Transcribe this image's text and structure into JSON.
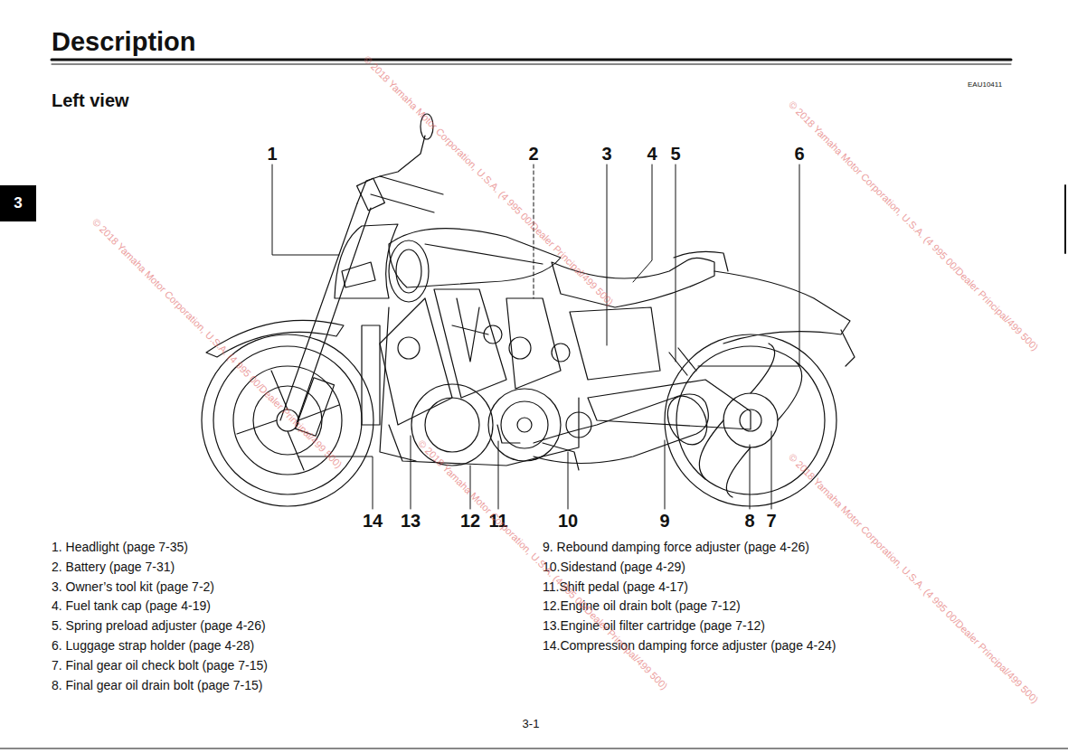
{
  "diagram": {
    "title": "Description",
    "nodes": [
      {
        "text": [
          "3"
        ]
      }
    ],
    "labels": [
      "Left view",
      "EAU10411",
      "1",
      "2",
      "3",
      "4",
      "5",
      "6",
      "14",
      "13",
      "12",
      "11",
      "10",
      "9",
      "8",
      "7",
      "1. Headlight (page 7-35)",
      "2. Battery (page 7-31)",
      "3. Owner’s tool kit (page 7-2)",
      "4. Fuel tank cap (page 4-19)",
      "5. Spring preload adjuster (page 4-26)",
      "6. Luggage strap holder (page 4-28)",
      "7. Final gear oil check bolt (page 7-15)",
      "8. Final gear oil drain bolt (page 7-15)",
      "9. Rebound damping force adjuster (page 4-26)",
      "10.Sidestand (page 4-29)",
      "11.Shift pedal (page 4-17)",
      "12.Engine oil drain bolt (page 7-12)",
      "13.Engine oil filter cartridge (page 7-12)",
      "14.Compression damping force adjuster (page 4-24)",
      "3-1",
      "© 2018 Yamaha Motor Corporation, U.S.A. (4 995 00/Dealer Principal/499 500)",
      "© 2018 Yamaha Motor Corporation, U.S.A. (4 995 00/Dealer Principal/499 500)",
      "© 2018 Yamaha Motor Corporation, U.S.A. (4 995 00/Dealer Principal/499 500)",
      "© 2018 Yamaha Motor Corporation, U.S.A. (4 995 00/Dealer Principal/499 500)",
      "© 2018 Yamaha Motor Corporation, U.S.A. (4 995 00/Dealer Principal/499 500)"
    ]
  }
}
